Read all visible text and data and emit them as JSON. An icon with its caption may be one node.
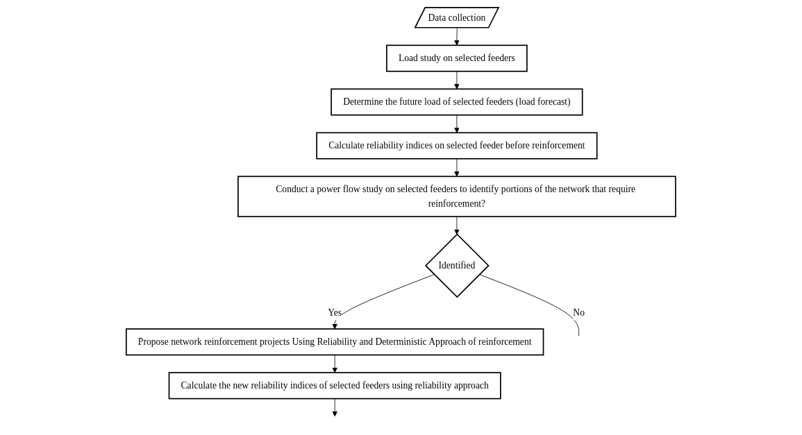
{
  "diagram": {
    "nodes": [
      {
        "text": [
          "Data collection"
        ]
      },
      {
        "text": [
          "Load study on selected feeders"
        ]
      },
      {
        "text": [
          "Determine the future load of selected feeders (load forecast)"
        ]
      },
      {
        "text": [
          "Calculate reliability indices on selected feeder before reinforcement"
        ]
      },
      {
        "text": [
          "Conduct a power flow study on selected feeders to identify portions of the network that require reinforcement?"
        ]
      },
      {
        "text": [
          "Identified"
        ]
      },
      {
        "text": [
          "Propose network reinforcement projects Using Reliability and Deterministic Approach of reinforcement"
        ]
      },
      {
        "text": [
          "Calculate the new reliability indices of selected feeders using reliability approach"
        ]
      }
    ],
    "edges": [
      {
        "from": 0,
        "to": 1,
        "arrow": "to"
      },
      {
        "from": 1,
        "to": 2,
        "arrow": "to"
      },
      {
        "from": 2,
        "to": 3,
        "arrow": "to"
      },
      {
        "from": 3,
        "to": 4,
        "arrow": "to"
      },
      {
        "from": 4,
        "to": 5,
        "arrow": "to"
      },
      {
        "from": 5,
        "to": null,
        "label": "No",
        "arrow": "none"
      },
      {
        "from": 5,
        "to": 6,
        "label": "Yes",
        "arrow": "to"
      },
      {
        "from": 6,
        "to": 7,
        "arrow": "to"
      },
      {
        "from": 7,
        "to": null,
        "arrow": "to"
      }
    ]
  }
}
